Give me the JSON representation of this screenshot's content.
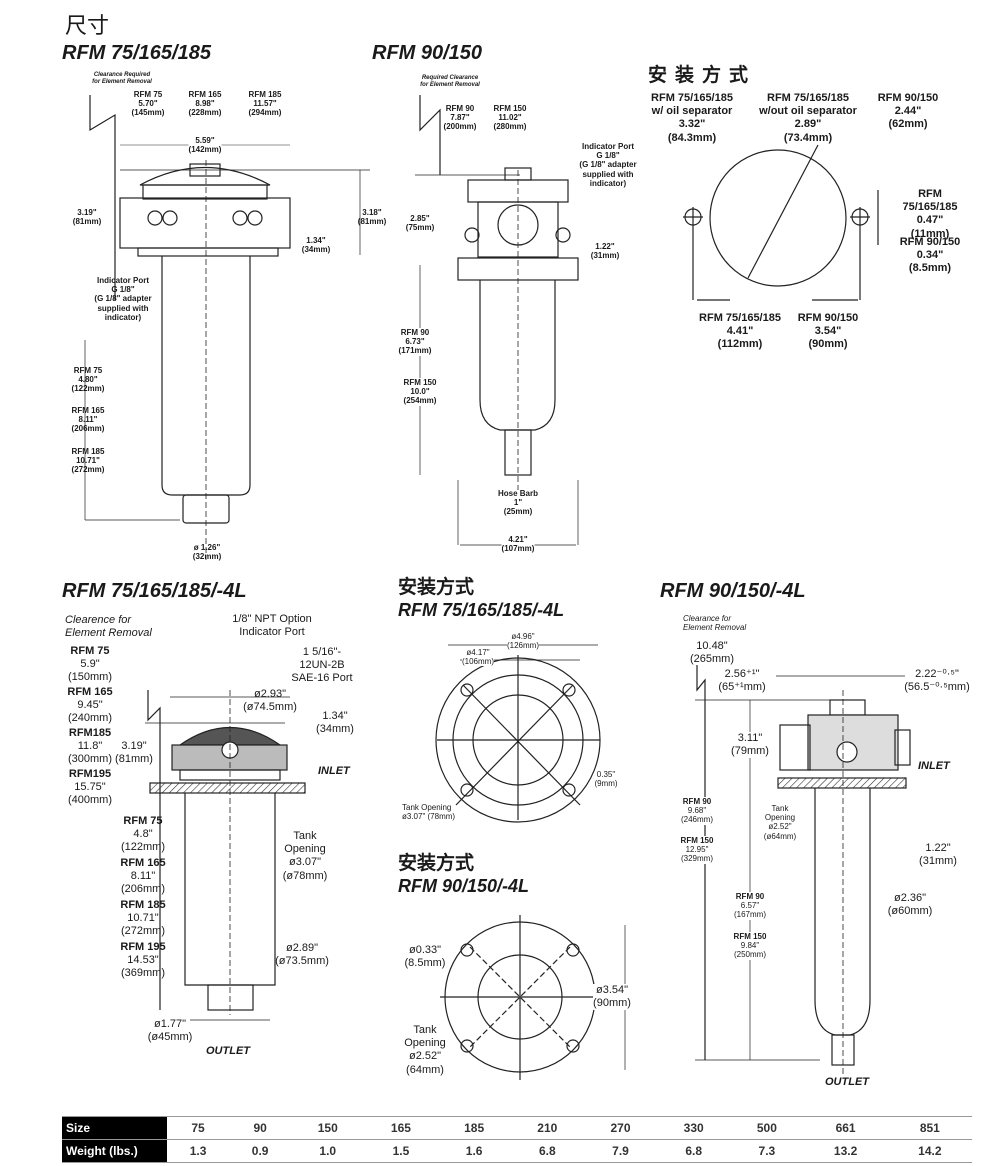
{
  "header": {
    "title_cn": "尺寸",
    "mount_cn": "安装方式"
  },
  "top_left": {
    "title": "RFM 75/165/185",
    "clearance": "Clearance Required\nfor Element Removal",
    "clear_75": "RFM 75\n5.70\"\n(145mm)",
    "clear_165": "RFM 165\n8.98\"\n(228mm)",
    "clear_185": "RFM 185\n11.57\"\n(294mm)",
    "width": "5.59\"\n(142mm)",
    "h_left": "3.19\"\n(81mm)",
    "h_right": "3.18\"\n(81mm)",
    "port_h": "1.34\"\n(34mm)",
    "indicator": "Indicator Port\nG 1/8\"\n(G 1/8\" adapter\nsupplied with\nindicator)",
    "len_75": "RFM 75\n4.80\"\n(122mm)",
    "len_165": "RFM 165\n8.11\"\n(206mm)",
    "len_185": "RFM 185\n10.71\"\n(272mm)",
    "outlet_dia": "ø 1.26\"\n(32mm)"
  },
  "top_mid": {
    "title": "RFM 90/150",
    "clearance": "Required Clearance\nfor Element Removal",
    "clear_90": "RFM 90\n7.87\"\n(200mm)",
    "clear_150": "RFM 150\n11.02\"\n(280mm)",
    "indicator": "Indicator Port\nG 1/8\"\n(G 1/8\" adapter\nsupplied with\nindicator)",
    "head_h": "2.85\"\n(75mm)",
    "port_h": "1.22\"\n(31mm)",
    "len_90": "RFM 90\n6.73\"\n(171mm)",
    "len_150": "RFM 150\n10.0\"\n(254mm)",
    "hose": "Hose Barb\n1\"\n(25mm)",
    "width": "4.21\"\n(107mm)"
  },
  "top_right": {
    "with_sep": "RFM 75/165/185\nw/ oil separator\n3.32\"\n(84.3mm)",
    "without_sep": "RFM 75/165/185\nw/out oil separator\n2.89\"\n(73.4mm)",
    "rfm90": "RFM 90/150\n2.44\"\n(62mm)",
    "hole_75": "RFM 75/165/185\n0.47\"\n(11mm)",
    "hole_90": "RFM 90/150\n0.34\"\n(8.5mm)",
    "span_75": "RFM 75/165/185\n4.41\"\n(112mm)",
    "span_90": "RFM 90/150\n3.54\"\n(90mm)"
  },
  "bottom_left": {
    "title": "RFM 75/165/185/-4L",
    "clearance": "Clearence for\nElement Removal",
    "c75": [
      "RFM 75",
      "5.9\"\n(150mm)"
    ],
    "c165": [
      "RFM 165",
      "9.45\"\n(240mm)"
    ],
    "c185": [
      "RFM185",
      "11.8\"\n(300mm)"
    ],
    "c195": [
      "RFM195",
      "15.75\"\n(400mm)"
    ],
    "npt": "1/8\" NPT Option\nIndicator Port",
    "sae": "1 5/16\"-\n12UN-2B\nSAE-16 Port",
    "head_dia": "ø2.93\"\n(ø74.5mm)",
    "port_h": "1.34\"\n(34mm)",
    "head_h": "3.19\"\n(81mm)",
    "inlet": "INLET",
    "l75": [
      "RFM 75",
      "4.8\"\n(122mm)"
    ],
    "l165": [
      "RFM 165",
      "8.11\"\n(206mm)"
    ],
    "l185": [
      "RFM 185",
      "10.71\"\n(272mm)"
    ],
    "l195": [
      "RFM 195",
      "14.53\"\n(369mm)"
    ],
    "tank": "Tank\nOpening\nø3.07\"\n(ø78mm)",
    "bowl_dia": "ø2.89\"\n(ø73.5mm)",
    "outlet_dia": "ø1.77\"\n(ø45mm)",
    "outlet": "OUTLET"
  },
  "bottom_mid": {
    "title1": "RFM 75/165/185/-4L",
    "outer": "ø4.96\"\n(126mm)",
    "inner": "ø4.17\"\n(106mm)",
    "hole": "0.35\"\n(9mm)",
    "tank1": "Tank Opening\nø3.07\" (78mm)",
    "title2": "RFM 90/150/-4L",
    "hole2": "ø0.33\"\n(8.5mm)",
    "outer2": "ø3.54\"\n(90mm)",
    "tank2": "Tank\nOpening\nø2.52\"\n(64mm)"
  },
  "bottom_right": {
    "title": "RFM 90/150/-4L",
    "clearance": "Clearance for\nElement Removal",
    "clear": "10.48\"\n(265mm)",
    "left_w": "2.56⁺¹\"\n(65⁺¹mm)",
    "right_w": "2.22⁻⁰·⁵\"\n(56.5⁻⁰·⁵mm)",
    "head_h": "3.11\"\n(79mm)",
    "inlet": "INLET",
    "t90": [
      "RFM 90",
      "9.68\"\n(246mm)"
    ],
    "t150": [
      "RFM 150",
      "12.95\"\n(329mm)"
    ],
    "tank": "Tank\nOpening\nø2.52\"\n(ø64mm)",
    "port_h": "1.22\"\n(31mm)",
    "bowl_dia": "ø2.36\"\n(ø60mm)",
    "l90": [
      "RFM 90",
      "6.57\"\n(167mm)"
    ],
    "l150": [
      "RFM 150",
      "9.84\"\n(250mm)"
    ],
    "outlet": "OUTLET"
  },
  "weights": {
    "size_label": "Size",
    "weight_label": "Weight (lbs.)",
    "sizes": [
      "75",
      "90",
      "150",
      "165",
      "185",
      "210",
      "270",
      "330",
      "500",
      "661",
      "851"
    ],
    "values": [
      "1.3",
      "0.9",
      "1.0",
      "1.5",
      "1.6",
      "6.8",
      "7.9",
      "6.8",
      "7.3",
      "13.2",
      "14.2"
    ]
  }
}
